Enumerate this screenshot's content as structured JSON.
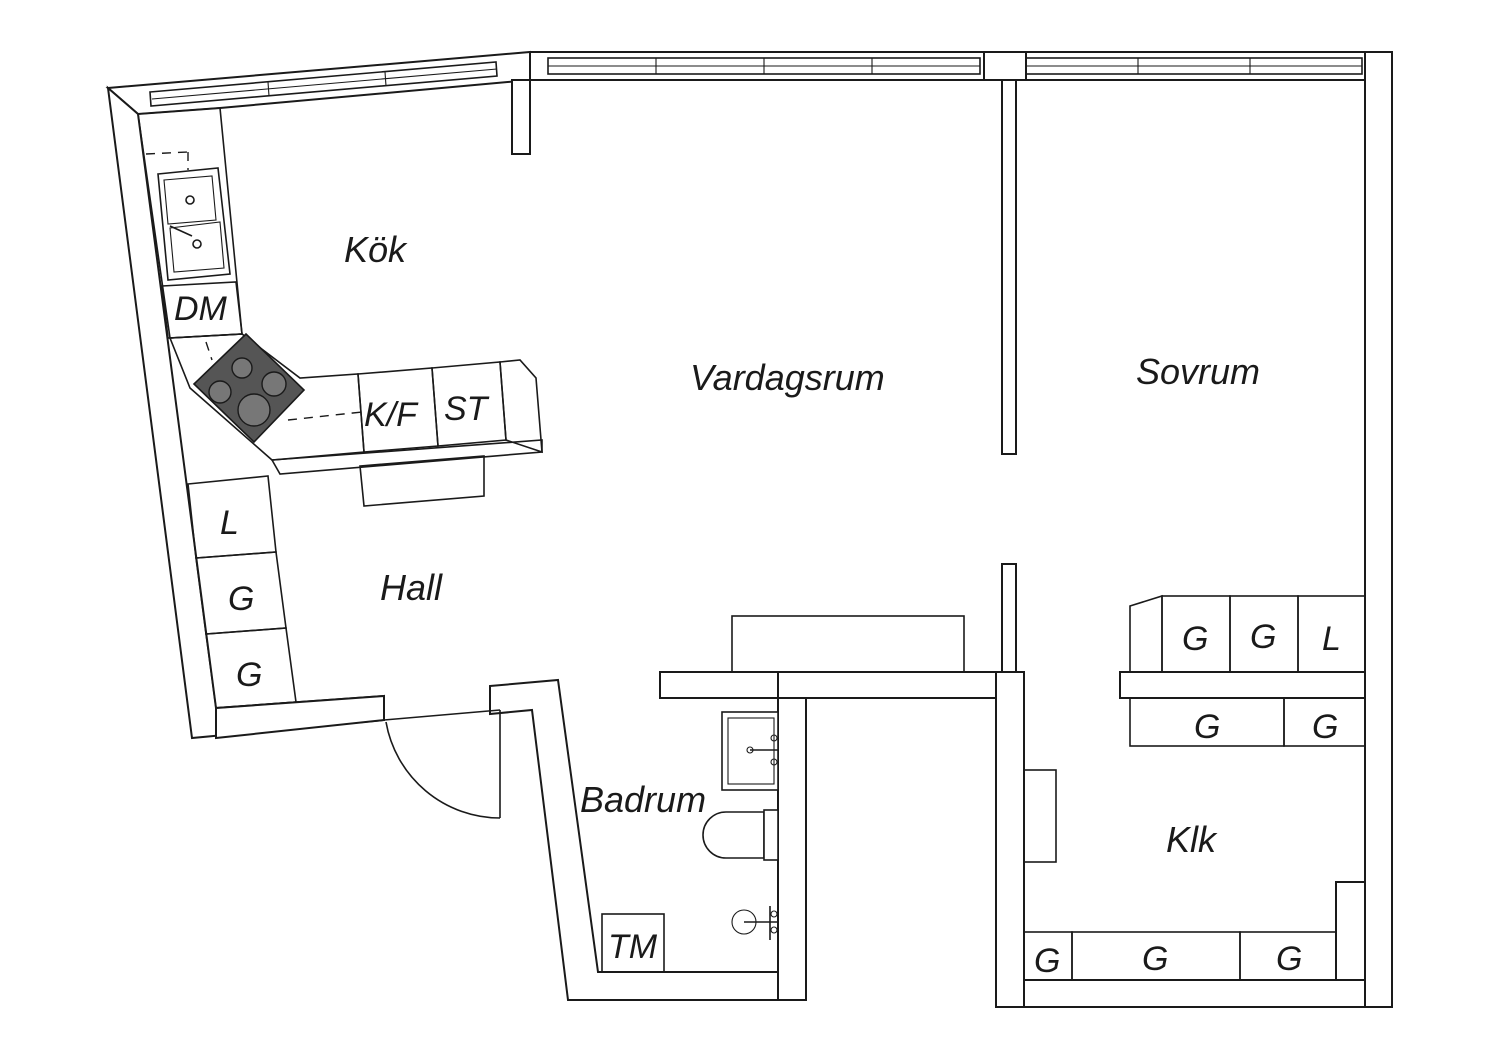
{
  "rooms": {
    "kitchen": "Kök",
    "living_room": "Vardagsrum",
    "bedroom": "Sovrum",
    "hall": "Hall",
    "bathroom": "Badrum",
    "walk_in_closet": "Klk"
  },
  "fixtures": {
    "dishwasher": "DM",
    "fridge_freezer": "K/F",
    "cabinet": "ST",
    "hall_wardrobe_l": "L",
    "hall_wardrobe_g1": "G",
    "hall_wardrobe_g2": "G",
    "bedroom_wardrobe_g1": "G",
    "bedroom_wardrobe_g2": "G",
    "bedroom_wardrobe_l": "L",
    "closet_upper_g1": "G",
    "closet_upper_g2": "G",
    "closet_bottom_g1": "G",
    "closet_bottom_g2": "G",
    "closet_bottom_g3": "G",
    "washing_machine": "TM"
  },
  "colors": {
    "line": "#1a1a1a",
    "background": "#ffffff",
    "stove": "#555555"
  }
}
